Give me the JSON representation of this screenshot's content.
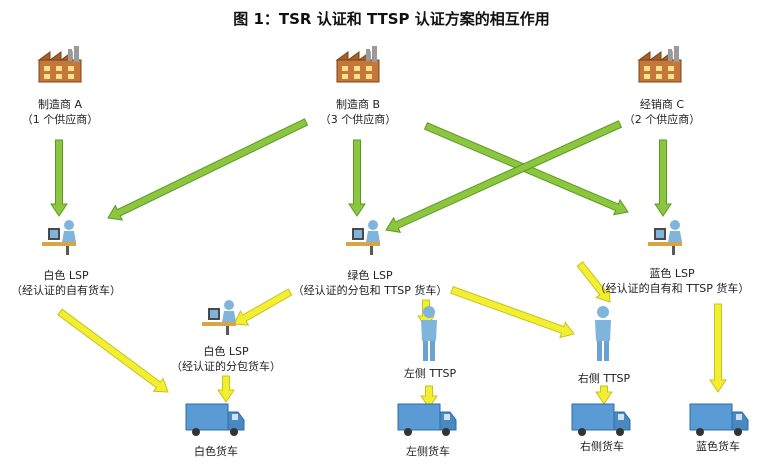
{
  "title": "图 1：TSR 认证和 TTSP 认证方案的相互作用",
  "colors": {
    "green": "#8cc63f",
    "green_edge": "#5a9a24",
    "yellow": "#f2ef33",
    "yellow_edge": "#c9c21a",
    "truck": "#5b9bd5",
    "person": "#7fb4dc",
    "factory": "#c4773a"
  },
  "nodes": {
    "manufacturer_a": {
      "name": "制造商 A",
      "sub": "（1 个供应商）"
    },
    "manufacturer_b": {
      "name": "制造商 B",
      "sub": "（3 个供应商）"
    },
    "distributor_c": {
      "name": "经销商 C",
      "sub": "（2 个供应商）"
    },
    "lsp_white": {
      "name": "白色 LSP",
      "sub": "（经认证的自有货车）"
    },
    "lsp_green": {
      "name": "绿色 LSP",
      "sub": "（经认证的分包和 TTSP 货车）"
    },
    "lsp_blue": {
      "name": "蓝色 LSP",
      "sub": "（经认证的自有和 TTSP 货车）"
    },
    "lsp_white_sub": {
      "name": "白色 LSP",
      "sub": "（经认证的分包货车）"
    },
    "ttsp_left": {
      "name": "左侧 TTSP"
    },
    "ttsp_right": {
      "name": "右侧 TTSP"
    },
    "truck_white": {
      "name": "白色货车"
    },
    "truck_left": {
      "name": "左侧货车"
    },
    "truck_right": {
      "name": "右侧货车"
    },
    "truck_blue": {
      "name": "蓝色货车"
    }
  }
}
